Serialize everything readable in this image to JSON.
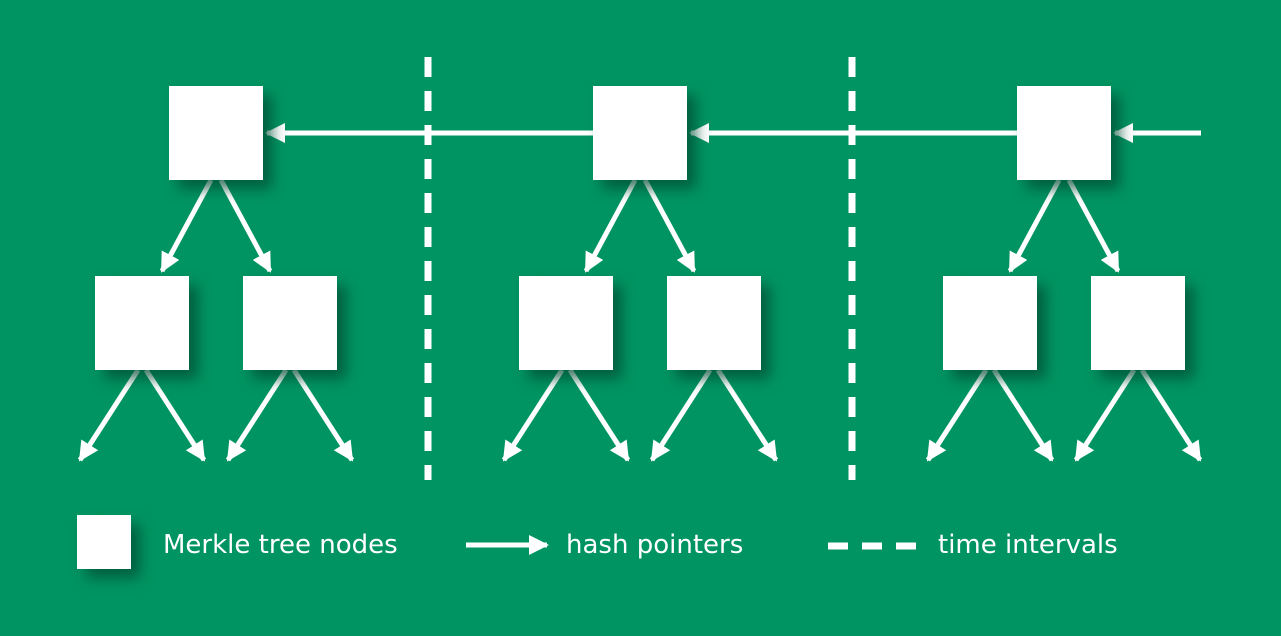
{
  "colors": {
    "background": "#009462",
    "node": "#ffffff",
    "shadow": "#004d33",
    "pointer": "#ffffff",
    "divider": "#ffffff"
  },
  "diagram": {
    "blocks": 3,
    "dividers": 2
  },
  "legend": {
    "nodes_label": "Merkle tree nodes",
    "pointers_label": "hash pointers",
    "intervals_label": "time intervals"
  }
}
